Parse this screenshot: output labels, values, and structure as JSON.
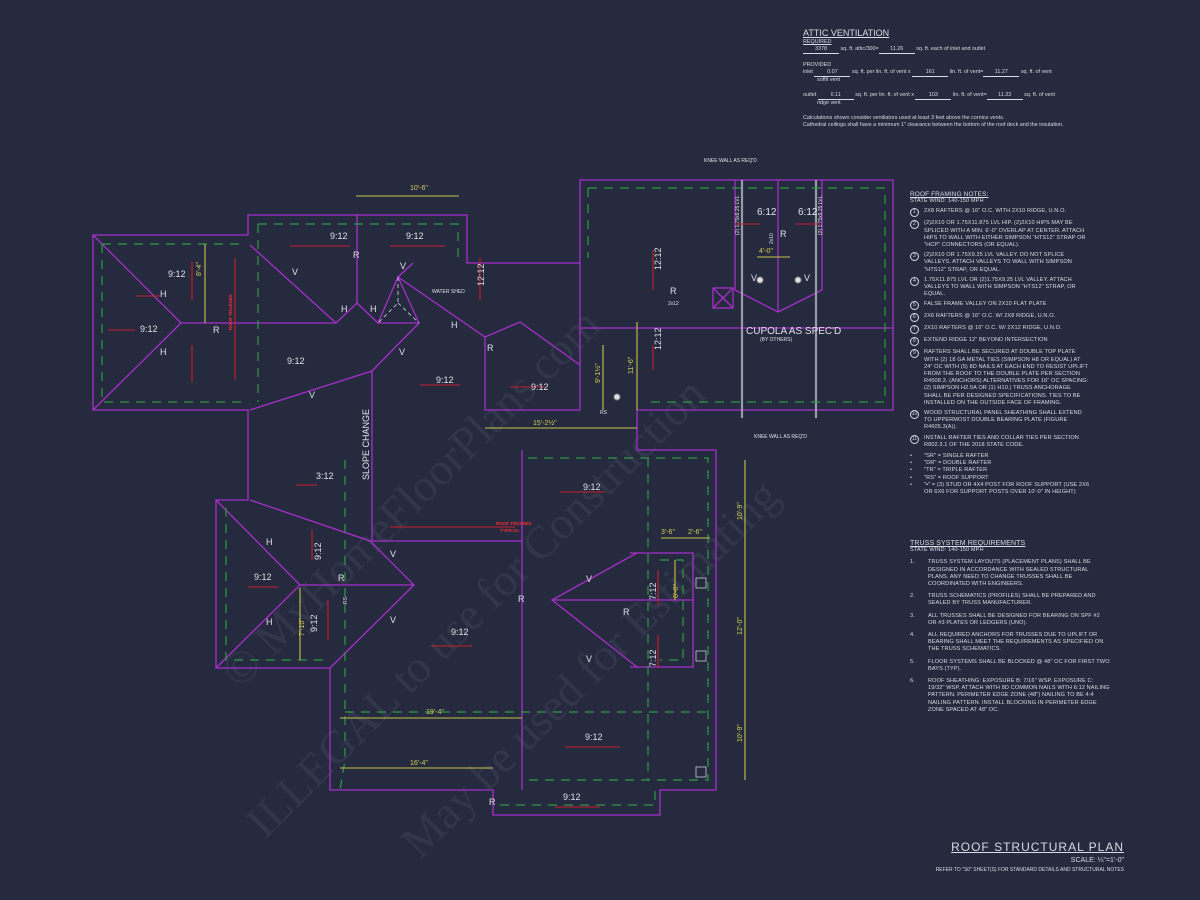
{
  "colors": {
    "background": "#262a3f",
    "roof_outline": "#a62fc9",
    "wall_line": "#2f9a45",
    "arrow": "#c8202c",
    "dimension": "#c6c24a",
    "text": "#d9dae3"
  },
  "attic_ventilation": {
    "title": "ATTIC VENTILATION",
    "required_label": "REQUIRED",
    "required": {
      "attic_sqft": "3378",
      "t1": "sq. ft. attic/300=",
      "result": "11.26",
      "t2": "sq. ft. each of inlet and outlet"
    },
    "provided_label": "PROVIDED",
    "inlet": {
      "label": "inlet",
      "value": "0.07",
      "t1": "sq. ft. per lin. ft. of vent x",
      "lin_ft": "161",
      "t2": "lin. ft. of vent=",
      "total": "11.27",
      "t3": "sq. ft. of vent",
      "sub": "soffit vent"
    },
    "outlet": {
      "label": "outlet",
      "value": "0.11",
      "t1": "sq. ft. per lin. ft. of vent x",
      "lin_ft": "103",
      "t2": "lin. ft. of vent=",
      "total": "11.33",
      "t3": "sq. ft. of vent",
      "sub": "ridge vent"
    },
    "notes": [
      "Calculations shown consider ventilators used at least 3 feet above the cornice vents.",
      "Cathedral ceilings shall have a minimum 1\" clearance between the bottom of the roof deck and the insulation."
    ]
  },
  "roof_framing_notes": {
    "title": "ROOF FRAMING NOTES:",
    "wind": "STATE Wind: 140-150 mph",
    "items": [
      {
        "num": "1",
        "text": "2x8 RAFTERS @ 16\" O.C. WITH 2X10 RIDGE, U.N.O."
      },
      {
        "num": "2",
        "text": "(2)2x10 OR 1.75x11.875 LVL HIP. (2)2x10 HIPS MAY BE SPLICED WITH A MIN. 6'-0\" OVERLAP AT CENTER. ATTACH HIPS TO WALL WITH EITHER SIMPSON \"HTS12\" STRAP OR \"HCP\" CONNECTORS (OR EQUAL)."
      },
      {
        "num": "3",
        "text": "(2)2x10 OR 1.75x9.25 LVL VALLEY. DO NOT SPLICE VALLEYS. ATTACH VALLEYS TO WALL WITH SIMPSON \"HTS12\" STRAP, OR EQUAL."
      },
      {
        "num": "4",
        "text": "1.75x11.875 LVL OR (2)1.75x9.25 LVL VALLEY. ATTACH VALLEYS TO WALL WITH SIMPSON \"HTS12\" STRAP, OR EQUAL."
      },
      {
        "num": "5",
        "text": "FALSE FRAME VALLEY ON 2x10 FLAT PLATE"
      },
      {
        "num": "6",
        "text": "2x6 RAFTERS @ 16\" O.C. W/ 2x8 RIDGE, U.N.O."
      },
      {
        "num": "7",
        "text": "2x10 RAFTERS @ 16\" O.C. W/ 2x12 RIDGE, U.N.O."
      },
      {
        "num": "8",
        "text": "EXTEND RIDGE 12\" BEYOND INTERSECTION"
      },
      {
        "num": "9",
        "text": "RAFTERS SHALL BE SECURED AT DOUBLE TOP PLATE WITH (2) 18 GA METAL TIES (SIMPSON H8 OR EQUAL) AT 24\" OC WITH (5) 8d NAILS AT EACH END TO RESIST UPLIFT FROM THE ROOF TO THE DOUBLE PLATE PER SECTION R4508.3. (ANCHORS) ALTERNATIVES FOR 16\" OC SPACING: (2) SIMPSON H2.5A OR (1) H10.) TRUSS ANCHORAGE SHALL BE PER DESIGNED SPECIFICATIONS. TIES TO BE INSTALLED ON THE OUTSIDE FACE OF FRAMING."
      },
      {
        "num": "10",
        "text": "WOOD STRUCTURAL PANEL SHEATHING SHALL EXTEND TO UPPERMOST DOUBLE BEARING PLATE (FIGURE R4605.3(A))."
      },
      {
        "num": "11",
        "text": "INSTALL RAFTER TIES AND COLLAR TIES PER SECTION R802.3.1 OF THE 2018 STATE CODE."
      }
    ],
    "bullets": [
      "\"SR\" = SINGLE RAFTER",
      "\"DR\" = DOUBLE RAFTER",
      "\"TR\" = TRIPLE RAFTER",
      "\"RS\" = ROOF SUPPORT",
      "\"▪\" = (3) STUD OR 4x4 POST FOR ROOF SUPPORT (USE 2x6 OR 6x6 FOR SUPPORT POSTS OVER 10'-0\" IN HEIGHT)"
    ]
  },
  "truss_requirements": {
    "title": "TRUSS SYSTEM REQUIREMENTS",
    "wind": "STATE Wind: 140-150 mph",
    "items": [
      {
        "num": "1.",
        "text": "TRUSS SYSTEM LAYOUTS (PLACEMENT PLANS) SHALL BE DESIGNED IN ACCORDANCE WITH SEALED STRUCTURAL PLANS. ANY NEED TO CHANGE TRUSSES SHALL BE COORDINATED WITH ENGINEERS."
      },
      {
        "num": "2.",
        "text": "TRUSS SCHEMATICS (PROFILES) SHALL BE PREPARED AND SEALED BY TRUSS MANUFACTURER."
      },
      {
        "num": "3.",
        "text": "ALL TRUSSES SHALL BE DESIGNED FOR BEARING ON SPF #2 OR #3 PLATES OR LEDGERS (UNO)."
      },
      {
        "num": "4.",
        "text": "ALL REQUIRED ANCHORS FOR TRUSSES DUE TO UPLIFT OR BEARING SHALL MEET THE REQUIREMENTS AS SPECIFIED ON THE TRUSS SCHEMATICS."
      },
      {
        "num": "5.",
        "text": "FLOOR SYSTEMS SHALL BE BLOCKED @ 48\" OC FOR FIRST TWO BAYS (TYP)."
      },
      {
        "num": "6.",
        "text": "ROOF SHEATHING: EXPOSURE B: 7/16\" WSP. EXPOSURE C: 19/32\" WSP. ATTACH WITH 8d COMMON NAILS WITH 6:12 NAILING PATTERN. PERIMETER EDGE ZONE (48\") NAILING TO BE 4:4 NAILING PATTERN. INSTALL BLOCKING IN PERIMETER EDGE ZONE SPACED AT 48\" OC."
      }
    ]
  },
  "title_block": {
    "title": "ROOF STRUCTURAL PLAN",
    "scale": "SCALE: ¼\"=1'-0\"",
    "refer": "REFER TO \"S0\" SHEET(S) FOR STANDARD DETAILS AND STRUCTURAL NOTES"
  },
  "watermark": [
    "© MyHomeFloorPlans.com",
    "ILLEGAL to use for Construction",
    "May be used for Estimating"
  ],
  "plan": {
    "labels": [
      "10'-6\"",
      "9:12",
      "9:12",
      "R",
      "V",
      "WATER SHED",
      "9:12",
      "9:12",
      "H",
      "H",
      "R",
      "8'-4\"",
      "ROOF TRUSSES",
      "V",
      "H",
      "H",
      "9:12",
      "V",
      "V",
      "H",
      "9:12",
      "12:12",
      "12:12",
      "12:12",
      "R",
      "2x12",
      "6:12",
      "6:12",
      "R",
      "4'-0\"",
      "V",
      "V",
      "CUPOLA AS SPEC'D",
      "(BY OTHERS)",
      "KNEE WALL AS REQ'D",
      "KNEE WALL AS REQ'D",
      "2x10",
      "(2) 1.75x9.25 LVL",
      "(2) 1.75x9.25 LVL",
      "R",
      "9:12",
      "11'-6\"",
      "9'-1½\"",
      "15'-2½\"",
      "RS",
      "SLOPE CHANGE",
      "3:12",
      "9:12",
      "ROOF TRUSSES",
      "TYPICAL",
      "9:12",
      "H",
      "H",
      "R",
      "9:12",
      "9:12",
      "7'-10\"",
      "RS",
      "V",
      "V",
      "R",
      "9:12",
      "3'-6\"",
      "2'-6\"",
      "V",
      "R",
      "7:12",
      "6'-0\"",
      "V",
      "7:12",
      "10'-9\"",
      "12'-0\"",
      "10'-9\"",
      "19'-4\"",
      "9:12",
      "16'-4\"",
      "R",
      "9:12"
    ]
  }
}
